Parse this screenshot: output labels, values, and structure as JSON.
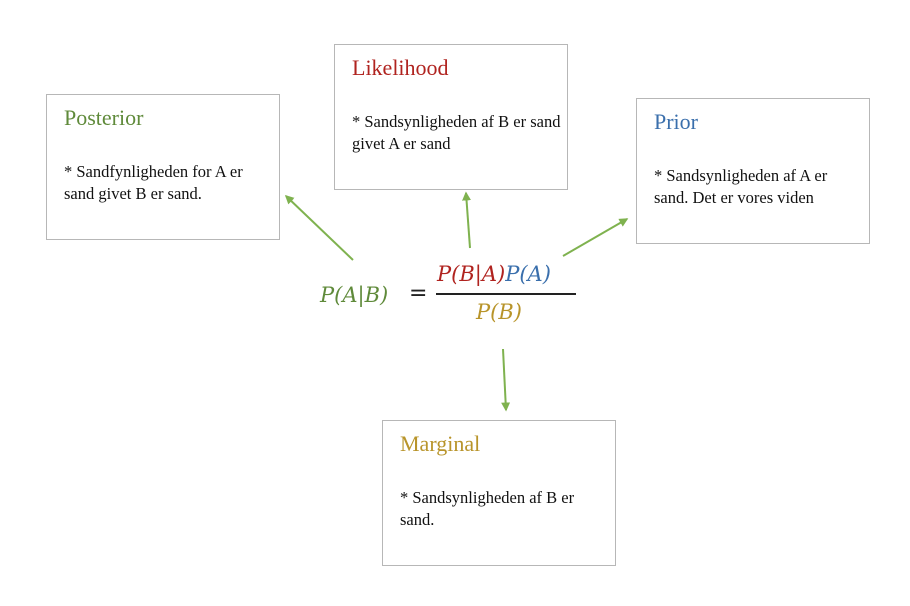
{
  "colors": {
    "posterior": "#5f8a3a",
    "likelihood": "#b0231f",
    "prior": "#3a6fac",
    "marginal": "#b8942a",
    "arrow": "#7fb24f",
    "box_border": "#b7b7b7"
  },
  "posterior": {
    "title": "Posterior",
    "text": "* Sandfynligheden for A er sand givet B er sand."
  },
  "likelihood": {
    "title": "Likelihood",
    "text": "* Sandsynligheden af B er sand givet A er sand"
  },
  "prior": {
    "title": "Prior",
    "text": "* Sandsynligheden af A er sand. Det er vores viden"
  },
  "marginal": {
    "title": "Marginal",
    "text": "* Sandsynligheden af B er sand."
  },
  "formula": {
    "lhs": "P(A|B)",
    "equals": "=",
    "numerator_likelihood": "P(B|A)",
    "numerator_prior": "P(A)",
    "denominator": "P(B)"
  }
}
